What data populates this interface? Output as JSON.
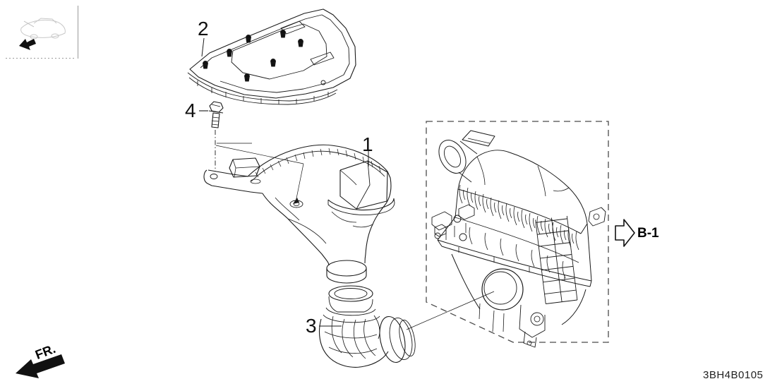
{
  "labels": {
    "callout_1": "1",
    "callout_2": "2",
    "callout_3": "3",
    "callout_4": "4",
    "ref_arrow": "B-1",
    "front_direction": "FR.",
    "diagram_code": "3BH4B0105"
  },
  "colors": {
    "ink": "#1a1a1a",
    "dashed_boundary": "#4a4a4a",
    "faint_sketch": "#c8c8c8"
  }
}
